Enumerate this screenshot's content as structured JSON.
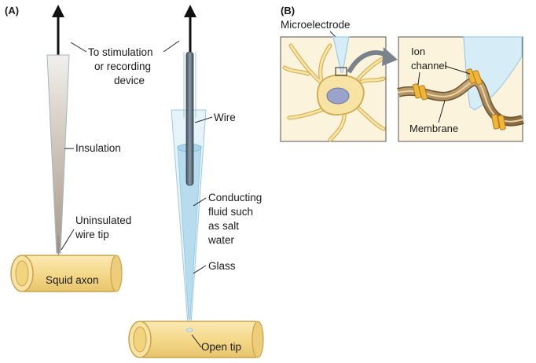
{
  "panel_a": {
    "label": "(A)",
    "device_label_line1": "To stimulation",
    "device_label_line2": "or recording",
    "device_label_line3": "device",
    "insulation_label": "Insulation",
    "tip_label_line1": "Uninsulated",
    "tip_label_line2": "wire tip",
    "axon_label": "Squid axon",
    "wire_label": "Wire",
    "fluid_label_line1": "Conducting",
    "fluid_label_line2": "fluid such",
    "fluid_label_line3": "as salt",
    "fluid_label_line4": "water",
    "glass_label": "Glass",
    "open_tip_label": "Open tip"
  },
  "panel_b": {
    "label": "(B)",
    "microelectrode_label": "Microelectrode",
    "ion_channel_line1": "Ion",
    "ion_channel_line2": "channel",
    "membrane_label": "Membrane"
  },
  "colors": {
    "axon_fill": "#f5d98b",
    "axon_stroke": "#c9a24a",
    "cell_fill": "#f7e3a3",
    "nucleus": "#9aa3c9",
    "glass": "#bfe0ee",
    "fluid": "#8fc6e2",
    "wire": "#5b6b78",
    "ion_channel": "#e8a52a",
    "panel_bg": "#fbf3dc"
  }
}
